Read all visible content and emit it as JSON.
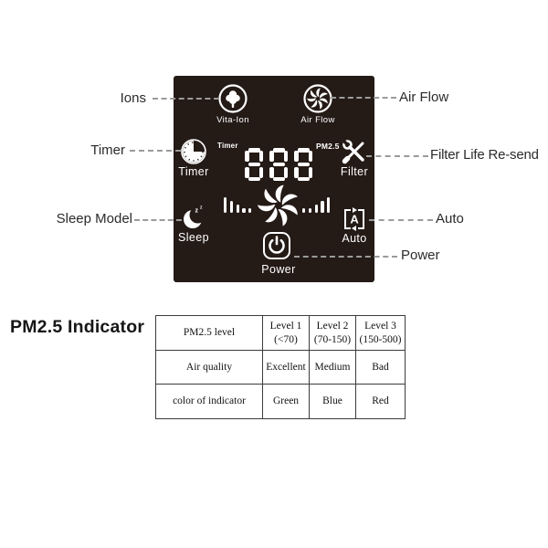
{
  "panel": {
    "bg_color": "#241a16",
    "fg_color": "#ffffff",
    "top_row": {
      "vita_ion_label": "Vita-Ion",
      "air_flow_label": "Air Flow"
    },
    "left_column": {
      "timer_label": "Timer",
      "sleep_label": "Sleep"
    },
    "right_column": {
      "filter_label": "Filter",
      "auto_label": "Auto",
      "auto_glyph": "A"
    },
    "display": {
      "timer_tag": "Timer",
      "value": "888",
      "pm25_tag": "PM2.5"
    },
    "fan_speed_bars": {
      "left": [
        17,
        13,
        9,
        5,
        5
      ],
      "right": [
        5,
        5,
        9,
        13,
        17
      ]
    },
    "power_label": "Power"
  },
  "callouts": {
    "ions": "Ions",
    "timer": "Timer",
    "sleep_model": "Sleep Model",
    "air_flow": "Air Flow",
    "filter_life": "Filter Life Re-send",
    "auto": "Auto",
    "power": "Power",
    "line_color": "#9b9b9b"
  },
  "indicator_section": {
    "heading": "PM2.5 Indicator",
    "table": {
      "rows": [
        [
          "PM2.5 level",
          "Level 1\n(<70)",
          "Level 2\n(70-150)",
          "Level 3\n(150-500)"
        ],
        [
          "Air quality",
          "Excellent",
          "Medium",
          "Bad"
        ],
        [
          "color of indicator",
          "Green",
          "Blue",
          "Red"
        ]
      ]
    }
  }
}
